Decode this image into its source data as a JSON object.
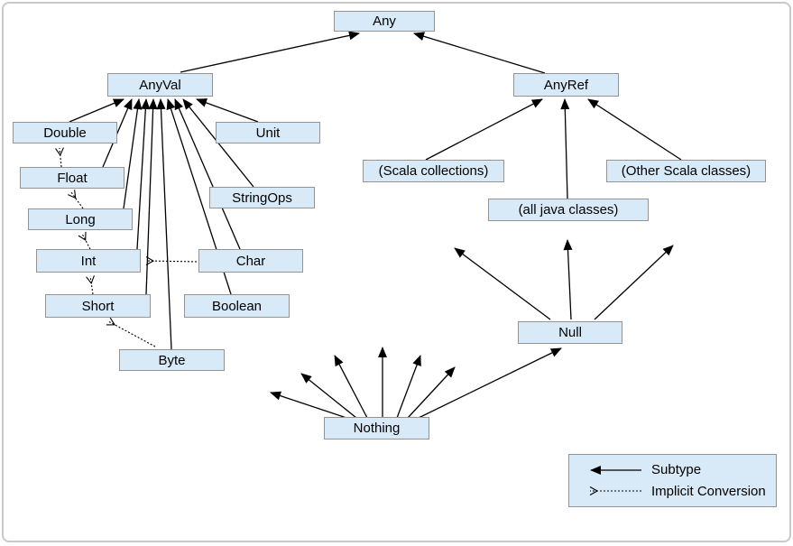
{
  "nodes": {
    "any": "Any",
    "anyval": "AnyVal",
    "anyref": "AnyRef",
    "double": "Double",
    "float": "Float",
    "long": "Long",
    "int": "Int",
    "short": "Short",
    "byte": "Byte",
    "unit": "Unit",
    "stringops": "StringOps",
    "char": "Char",
    "boolean": "Boolean",
    "scala_collections": "(Scala collections)",
    "all_java": "(all java classes)",
    "other_scala": "(Other Scala classes)",
    "null": "Null",
    "nothing": "Nothing"
  },
  "legend": {
    "subtype": "Subtype",
    "implicit_conversion": "Implicit Conversion"
  },
  "edges": {
    "subtype": [
      {
        "from": "AnyVal",
        "to": "Any"
      },
      {
        "from": "AnyRef",
        "to": "Any"
      },
      {
        "from": "Double",
        "to": "AnyVal"
      },
      {
        "from": "Float",
        "to": "AnyVal"
      },
      {
        "from": "Long",
        "to": "AnyVal"
      },
      {
        "from": "Int",
        "to": "AnyVal"
      },
      {
        "from": "Short",
        "to": "AnyVal"
      },
      {
        "from": "Byte",
        "to": "AnyVal"
      },
      {
        "from": "Boolean",
        "to": "AnyVal"
      },
      {
        "from": "Char",
        "to": "AnyVal"
      },
      {
        "from": "StringOps",
        "to": "AnyVal"
      },
      {
        "from": "Unit",
        "to": "AnyVal"
      },
      {
        "from": "(Scala collections)",
        "to": "AnyRef"
      },
      {
        "from": "(all java classes)",
        "to": "AnyRef"
      },
      {
        "from": "(Other Scala classes)",
        "to": "AnyRef"
      },
      {
        "from": "Null",
        "to": "(Scala collections)"
      },
      {
        "from": "Null",
        "to": "(all java classes)"
      },
      {
        "from": "Null",
        "to": "(Other Scala classes)"
      },
      {
        "from": "Nothing",
        "to": "Null"
      }
    ],
    "nothing_fan_arrow_count": 6,
    "implicit_conversion": [
      {
        "from": "Float",
        "to": "Double"
      },
      {
        "from": "Long",
        "to": "Float"
      },
      {
        "from": "Int",
        "to": "Long"
      },
      {
        "from": "Short",
        "to": "Int"
      },
      {
        "from": "Byte",
        "to": "Short"
      },
      {
        "from": "Char",
        "to": "Int"
      }
    ]
  },
  "colors": {
    "node_fill": "#d8eaf8",
    "node_border": "#949494",
    "arrow": "#000000",
    "frame_border": "#c9c9c9"
  }
}
